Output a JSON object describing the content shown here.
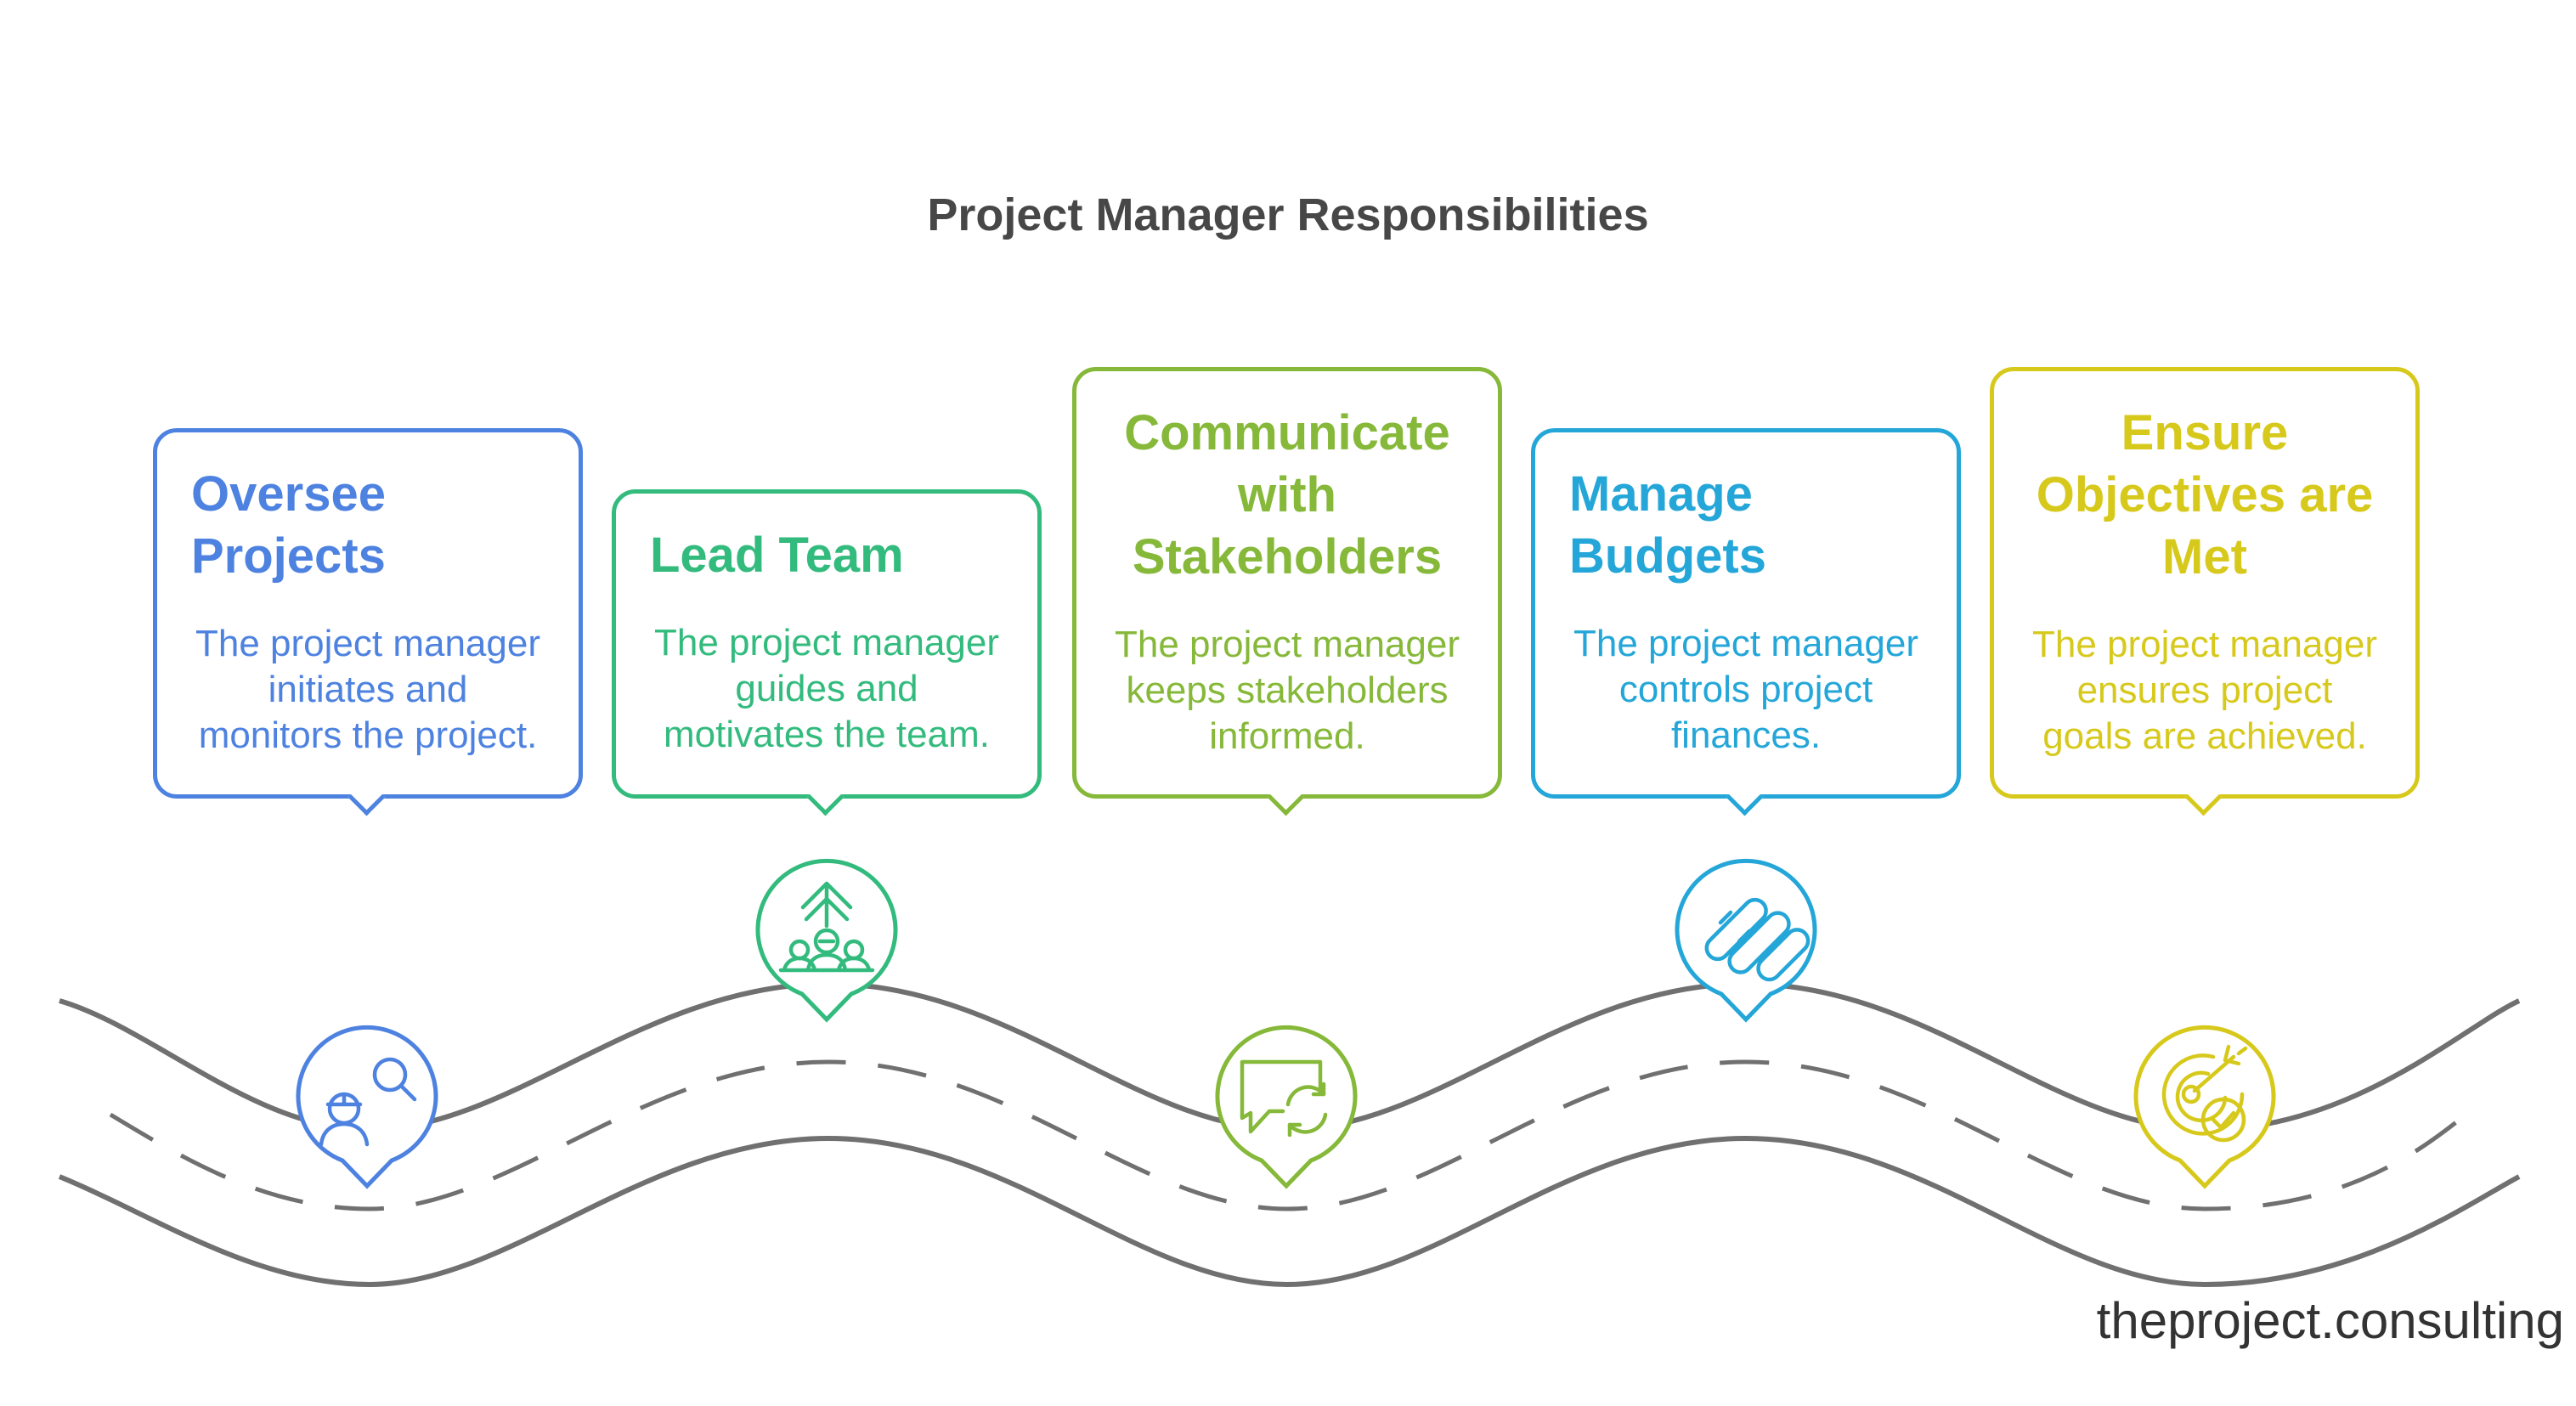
{
  "title": "Project Manager Responsibilities",
  "watermark": "theproject.consulting",
  "road": {
    "edge_color": "#707070"
  },
  "steps": [
    {
      "heading": "Oversee\nProjects",
      "description": "The project manager\ninitiates and\nmonitors the project.",
      "color": "#4E82E0",
      "icon": "inspector-search-icon"
    },
    {
      "heading": "Lead Team",
      "description": "The project manager\nguides and\nmotivates the team.",
      "color": "#33BB7E",
      "icon": "team-growth-icon"
    },
    {
      "heading": "Communicate\nwith\nStakeholders",
      "description": "The project manager\nkeeps stakeholders\ninformed.",
      "color": "#86B839",
      "icon": "chat-refresh-icon"
    },
    {
      "heading": "Manage\nBudgets",
      "description": "The project manager\ncontrols project\nfinances.",
      "color": "#24A6D8",
      "icon": "budget-bars-icon"
    },
    {
      "heading": "Ensure\nObjectives are\nMet",
      "description": "The project manager\nensures project\ngoals are achieved.",
      "color": "#D7C91C",
      "icon": "target-check-icon"
    }
  ]
}
